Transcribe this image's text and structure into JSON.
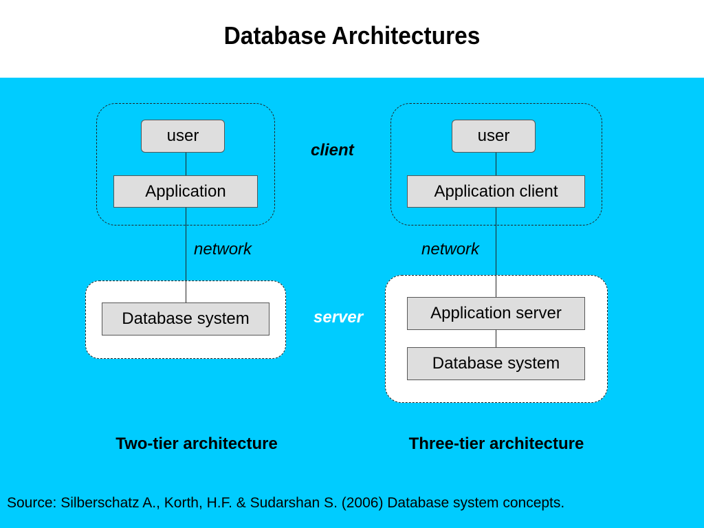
{
  "slide": {
    "title": "Database Architectures",
    "background_color": "#00ccff",
    "source": "Source: Silberschatz A., Korth, H.F. & Sudarshan S. (2006)  Database system concepts."
  },
  "labels": {
    "client": "client",
    "server": "server",
    "client_color": "#000000",
    "server_color": "#ffffff"
  },
  "two_tier": {
    "caption": "Two-tier architecture",
    "user": "user",
    "application": "Application",
    "network": "network",
    "database": "Database system"
  },
  "three_tier": {
    "caption": "Three-tier architecture",
    "user": "user",
    "application_client": "Application client",
    "network": "network",
    "application_server": "Application server",
    "database": "Database system"
  }
}
